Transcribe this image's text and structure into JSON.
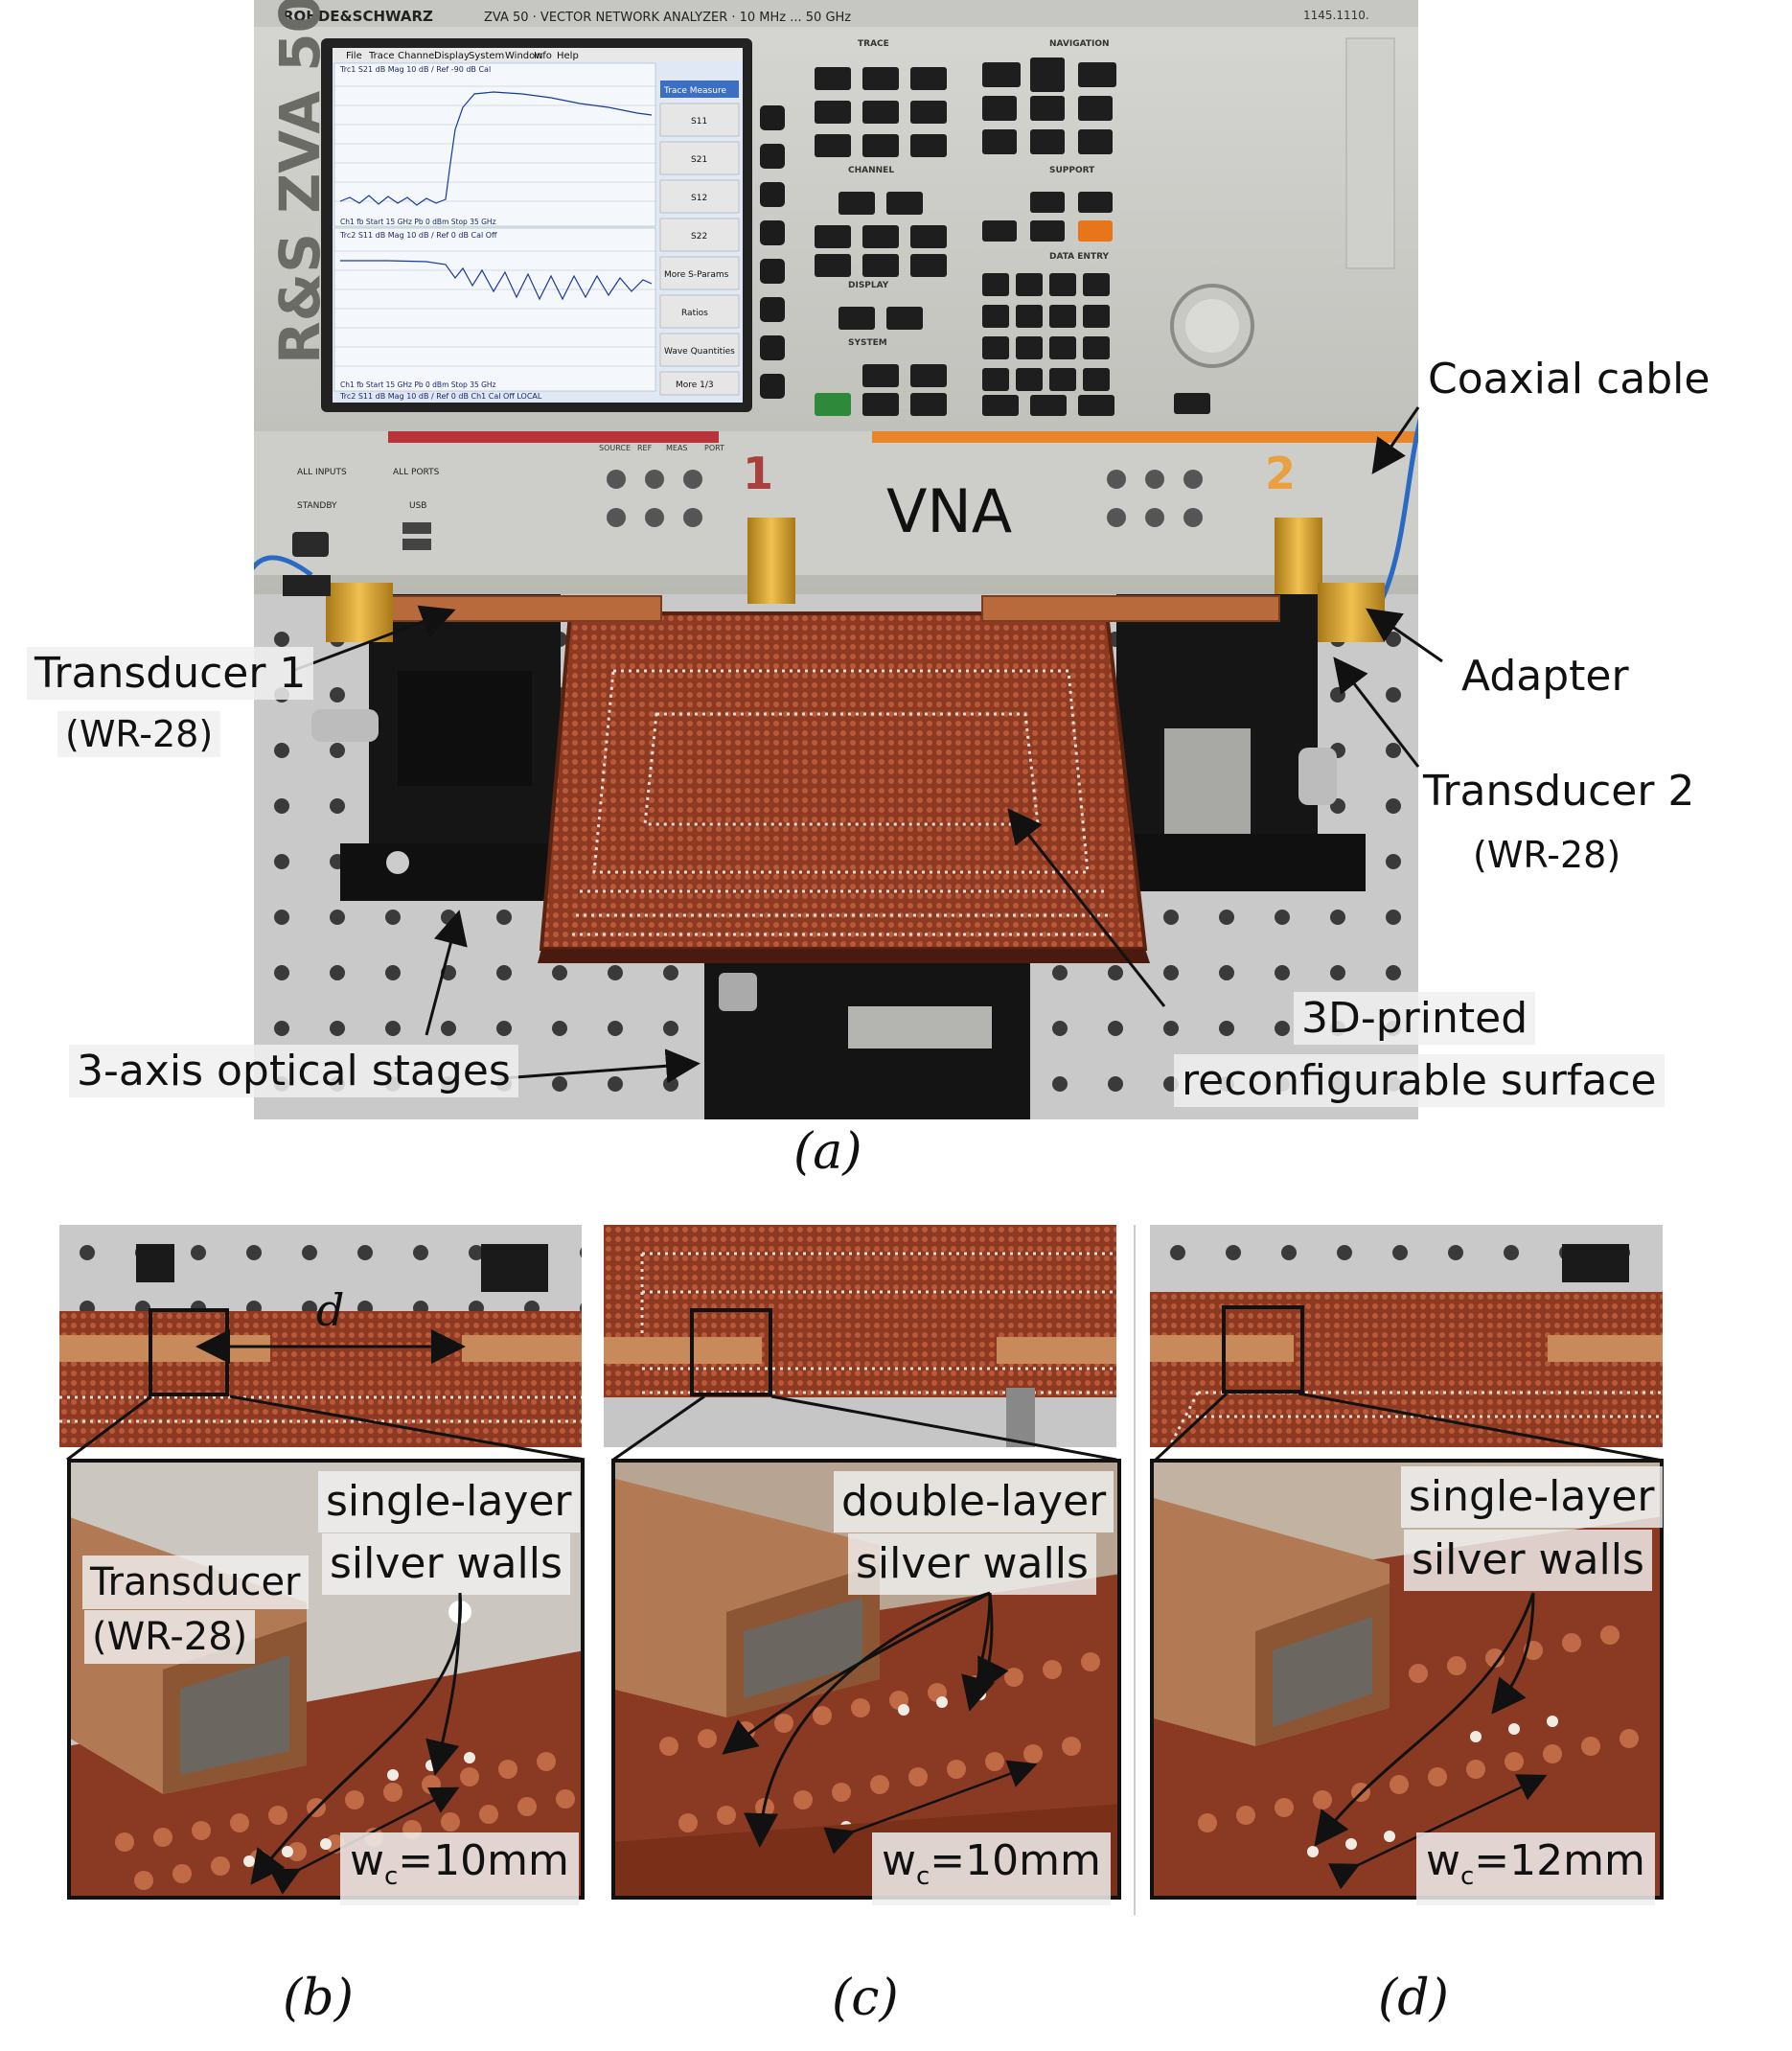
{
  "instrument": {
    "brand": "ROHDE&SCHWARZ",
    "model_line": "ZVA 50 · VECTOR NETWORK ANALYZER · 10 MHz ... 50 GHz",
    "serial": "1145.1110.",
    "model_side": "R&S ZVA 50",
    "front_label": "VNA",
    "menu": [
      "File",
      "Trace",
      "Channel",
      "Display",
      "System",
      "Window",
      "Info",
      "Help"
    ],
    "softkeys": [
      "Trace Measure",
      "S11",
      "S21",
      "S12",
      "S22",
      "More S-Params",
      "Ratios",
      "Wave Quantities",
      "More 1/3"
    ],
    "trace1_header": "Trc1  S21  dB Mag  10 dB /  Ref -90 dB   Cal",
    "trace1_footer": "Ch1  fb  Start 15 GHz          Pb  0 dBm          Stop 35 GHz",
    "trace2_header": "Trc2  S11  dB Mag  10 dB /  Ref 0 dB   Cal Off",
    "trace2_footer": "Ch1  fb  Start 15 GHz          Pb  0 dBm          Stop 35 GHz",
    "status_bar": "Trc2  S11  dB Mag  10 dB / Ref 0 dB  Ch1  Cal Off          LOCAL",
    "key_sections": [
      "TRACE",
      "NAVIGATION",
      "CHANNEL",
      "SUPPORT",
      "DISPLAY",
      "DATA ENTRY",
      "SYSTEM"
    ],
    "port_labels": [
      "SOURCE",
      "REF",
      "MEAS",
      "PORT"
    ],
    "port1": "1",
    "port2": "2",
    "panel_labels": [
      "ALL INPUTS",
      "ALL PORTS",
      "STANDBY",
      "USB"
    ]
  },
  "labels_a": {
    "coaxial_cable": "Coaxial cable",
    "transducer1": "Transducer 1",
    "transducer1_sub": "(WR-28)",
    "adapter": "Adapter",
    "transducer2": "Transducer 2",
    "transducer2_sub": "(WR-28)",
    "stages": "3-axis optical stages",
    "surface_line1": "3D-printed",
    "surface_line2": "reconfigurable surface"
  },
  "captions": {
    "a": "(a)",
    "b": "(b)",
    "c": "(c)",
    "d": "(d)"
  },
  "panel_b": {
    "distance": "d",
    "wall_line1": "single-layer",
    "wall_line2": "silver walls",
    "transducer": "Transducer",
    "transducer_sub": "(WR-28)",
    "wc": "w",
    "wc_sub": "c",
    "wc_val": "=10mm"
  },
  "panel_c": {
    "wall_line1": "double-layer",
    "wall_line2": "silver walls",
    "wc": "w",
    "wc_sub": "c",
    "wc_val": "=10mm"
  },
  "panel_d": {
    "wall_line1": "single-layer",
    "wall_line2": "silver walls",
    "wc": "w",
    "wc_sub": "c",
    "wc_val": "=12mm"
  },
  "colors": {
    "copper": "#a04a2a",
    "gold": "#d4a030",
    "table": "#c8c8c8",
    "instrument": "#d9d9d6",
    "screen": "#dfe8f4"
  }
}
